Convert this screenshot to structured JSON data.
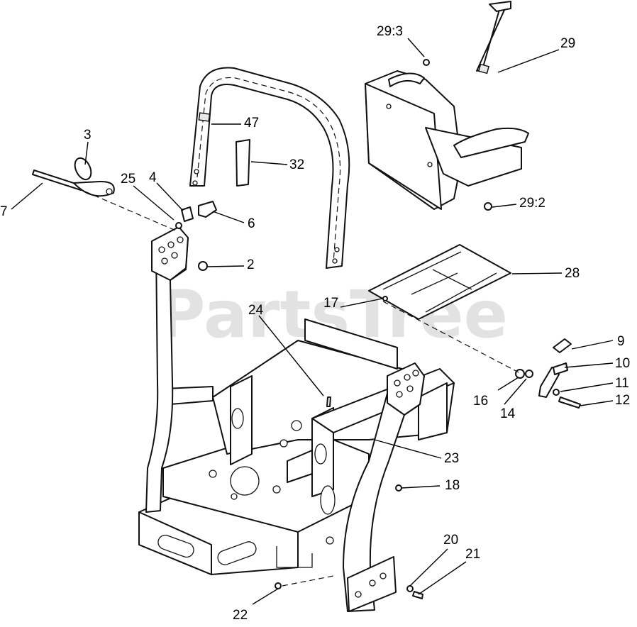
{
  "watermark": {
    "text": "PartsTree",
    "trademark": "™"
  },
  "callouts": {
    "c29_3": "29:3",
    "c29": "29",
    "c47": "47",
    "c32": "32",
    "c29_2": "29:2",
    "c3": "3",
    "c25": "25",
    "c4": "4",
    "c7": "7",
    "c6": "6",
    "c2": "2",
    "c28": "28",
    "c24": "24",
    "c17": "17",
    "c9": "9",
    "c10": "10",
    "c11": "11",
    "c12": "12",
    "c16": "16",
    "c14": "14",
    "c23": "23",
    "c18": "18",
    "c20": "20",
    "c21": "21",
    "c22": "22"
  }
}
